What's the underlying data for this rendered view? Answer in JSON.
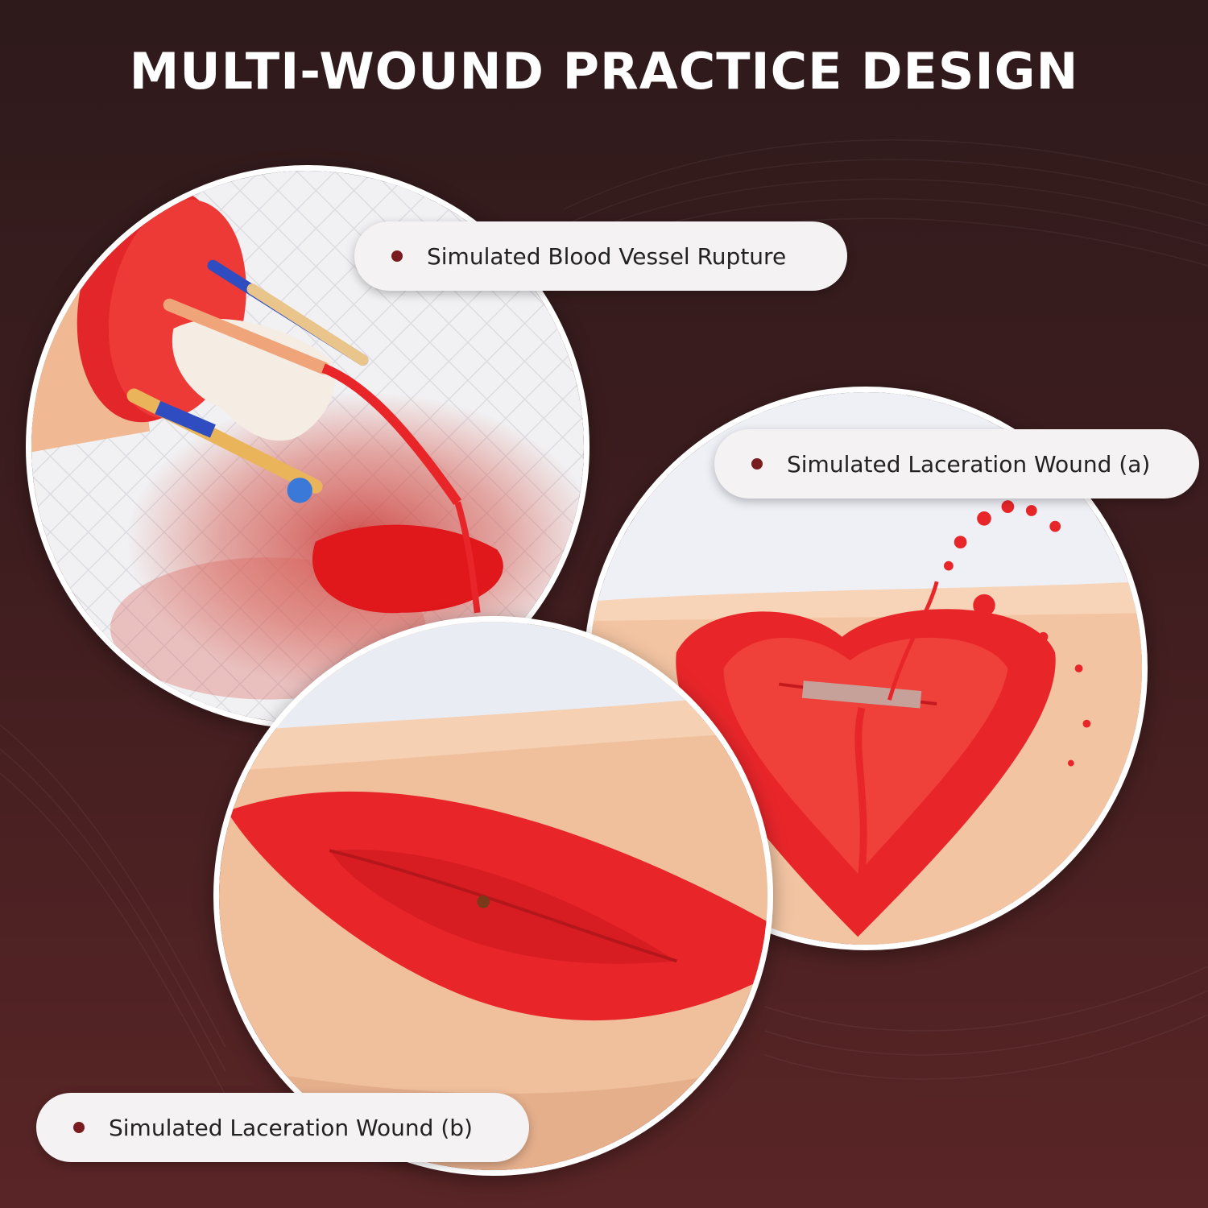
{
  "title": "MULTI-WOUND PRACTICE DESIGN",
  "labels": {
    "vessel": "Simulated Blood Vessel Rupture",
    "laceration_a": "Simulated Laceration Wound (a)",
    "laceration_b": "Simulated Laceration Wound (b)"
  },
  "colors": {
    "background_top": "#2e1a1b",
    "background_bottom": "#5a2526",
    "wound_red": "#e8262a",
    "skin": "#f2c4a2",
    "bullet": "#7a1c1f"
  }
}
